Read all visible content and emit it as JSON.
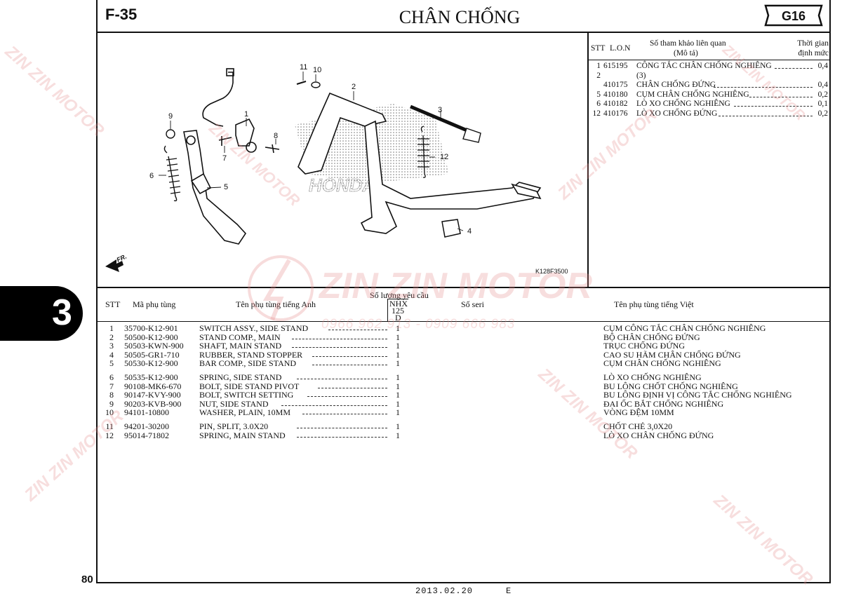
{
  "page": {
    "code": "F-35",
    "title": "CHÂN CHỐNG",
    "group": "G16",
    "section_tab": "3",
    "page_number": "80",
    "date": "2013.02.20",
    "edition": "E"
  },
  "diagram": {
    "ref_code": "K128F3500",
    "direction_label": "FR.",
    "callouts": [
      "1",
      "2",
      "3",
      "4",
      "5",
      "6",
      "7",
      "8",
      "9",
      "10",
      "11",
      "12"
    ]
  },
  "ref_table": {
    "headers": {
      "stt": "STT",
      "lon": "L.O.N",
      "related_line1": "Số tham khảo liên quan",
      "related_line2": "(Mô tả)",
      "time_line1": "Thời gian",
      "time_line2": "định mức"
    },
    "rows": [
      {
        "stt": "1",
        "lon": "615195",
        "desc": "CÔNG TẮC CHÂN CHỐNG NGHIÊNG",
        "time": "0,4"
      },
      {
        "stt": "2",
        "lon": "",
        "desc": "(3)",
        "time": ""
      },
      {
        "stt": "",
        "lon": "410175",
        "desc": "CHÂN CHỐNG ĐỨNG",
        "time": "0,4"
      },
      {
        "stt": "5",
        "lon": "410180",
        "desc": "CỤM CHÂN CHỐNG NGHIÊNG",
        "time": "0,2"
      },
      {
        "stt": "6",
        "lon": "410182",
        "desc": "LÒ XO CHỐNG NGHIÊNG",
        "time": "0,1"
      },
      {
        "stt": "12",
        "lon": "410176",
        "desc": "LÒ XO CHỐNG ĐỨNG",
        "time": "0,2"
      }
    ]
  },
  "parts_table": {
    "headers": {
      "stt": "STT",
      "part_no": "Mã phụ tùng",
      "name_en": "Tên phụ tùng tiếng Anh",
      "qty_line1": "Số lượng yêu cầu",
      "qty_line2": "NHX",
      "qty_line3": "125",
      "qty_line4": "D",
      "serial": "Số seri",
      "name_vn": "Tên phụ tùng tiếng Việt"
    },
    "rows": [
      {
        "stt": "1",
        "part_no": "35700-K12-901",
        "name_en": "SWITCH ASSY., SIDE STAND",
        "qty": "1",
        "name_vn": "CỤM CÔNG TẮC CHÂN CHỐNG NGHIÊNG"
      },
      {
        "stt": "2",
        "part_no": "50500-K12-900",
        "name_en": "STAND COMP., MAIN",
        "qty": "1",
        "name_vn": "BỘ CHÂN CHỐNG ĐỨNG"
      },
      {
        "stt": "3",
        "part_no": "50503-KWN-900",
        "name_en": "SHAFT, MAIN STAND",
        "qty": "1",
        "name_vn": "TRỤC CHỐNG ĐỨNG"
      },
      {
        "stt": "4",
        "part_no": "50505-GR1-710",
        "name_en": "RUBBER, STAND STOPPER",
        "qty": "1",
        "name_vn": "CAO SU HÃM CHÂN CHỐNG ĐỨNG"
      },
      {
        "stt": "5",
        "part_no": "50530-K12-900",
        "name_en": "BAR COMP., SIDE STAND",
        "qty": "1",
        "name_vn": "CỤM CHÂN CHỐNG NGHIÊNG"
      },
      {
        "stt": "6",
        "part_no": "50535-K12-900",
        "name_en": "SPRING, SIDE STAND",
        "qty": "1",
        "name_vn": "LÒ XO CHỐNG NGHIÊNG"
      },
      {
        "stt": "7",
        "part_no": "90108-MK6-670",
        "name_en": "BOLT, SIDE STAND PIVOT",
        "qty": "1",
        "name_vn": "BU LÔNG CHỐT CHỐNG NGHIÊNG"
      },
      {
        "stt": "8",
        "part_no": "90147-KVY-900",
        "name_en": "BOLT, SWITCH SETTING",
        "qty": "1",
        "name_vn": "BU LÔNG ĐỊNH VỊ CÔNG TẮC CHỐNG NGHIÊNG"
      },
      {
        "stt": "9",
        "part_no": "90203-KVB-900",
        "name_en": "NUT, SIDE STAND",
        "qty": "1",
        "name_vn": "ĐAI ỐC BẮT CHỐNG NGHIÊNG"
      },
      {
        "stt": "10",
        "part_no": "94101-10800",
        "name_en": "WASHER, PLAIN, 10MM",
        "qty": "1",
        "name_vn": "VÒNG ĐỆM 10MM"
      },
      {
        "stt": "11",
        "part_no": "94201-30200",
        "name_en": "PIN, SPLIT, 3.0X20",
        "qty": "1",
        "name_vn": "CHỐT CHẺ 3,0X20"
      },
      {
        "stt": "12",
        "part_no": "95014-71802",
        "name_en": "SPRING, MAIN STAND",
        "qty": "1",
        "name_vn": "LÒ XO CHÂN CHỐNG ĐỨNG"
      }
    ]
  },
  "watermark": {
    "brand": "ZIN ZIN MOTOR",
    "phones": "0966 962 913 - 0909 666 983",
    "diagram_logo": "HONDA"
  },
  "colors": {
    "watermark": "#e58c8c",
    "ink": "#111111"
  }
}
